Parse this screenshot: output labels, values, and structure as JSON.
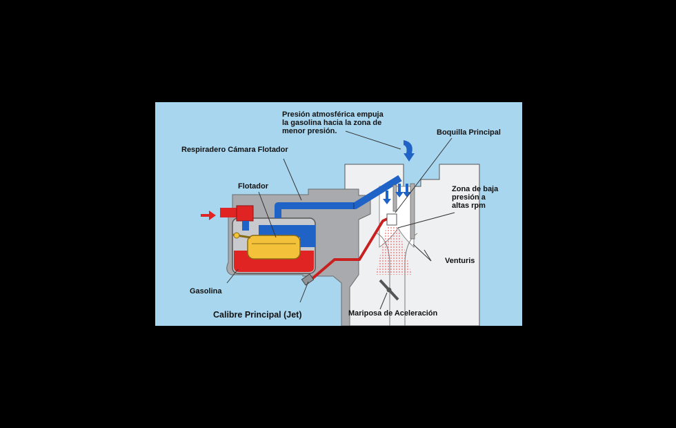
{
  "labels": {
    "pressure_note": [
      "Presión atmosférica empuja",
      "la gasolina hacia la zona de",
      "menor presión."
    ],
    "boquilla": "Boquilla Principal",
    "respiradero": "Respiradero Cámara Flotador",
    "flotador": "Flotador",
    "zona": [
      "Zona de baja",
      "presión a",
      "altas rpm"
    ],
    "venturis": "Venturis",
    "gasolina": "Gasolina",
    "calibre": "Calibre Principal (Jet)",
    "mariposa": "Mariposa de Aceleración"
  },
  "colors": {
    "background": "#a9d6ef",
    "fuel": "#e02424",
    "air": "#1f63c6",
    "float": "#f3c23a",
    "body": "#eef0f1",
    "housing": "#a8aaad"
  }
}
